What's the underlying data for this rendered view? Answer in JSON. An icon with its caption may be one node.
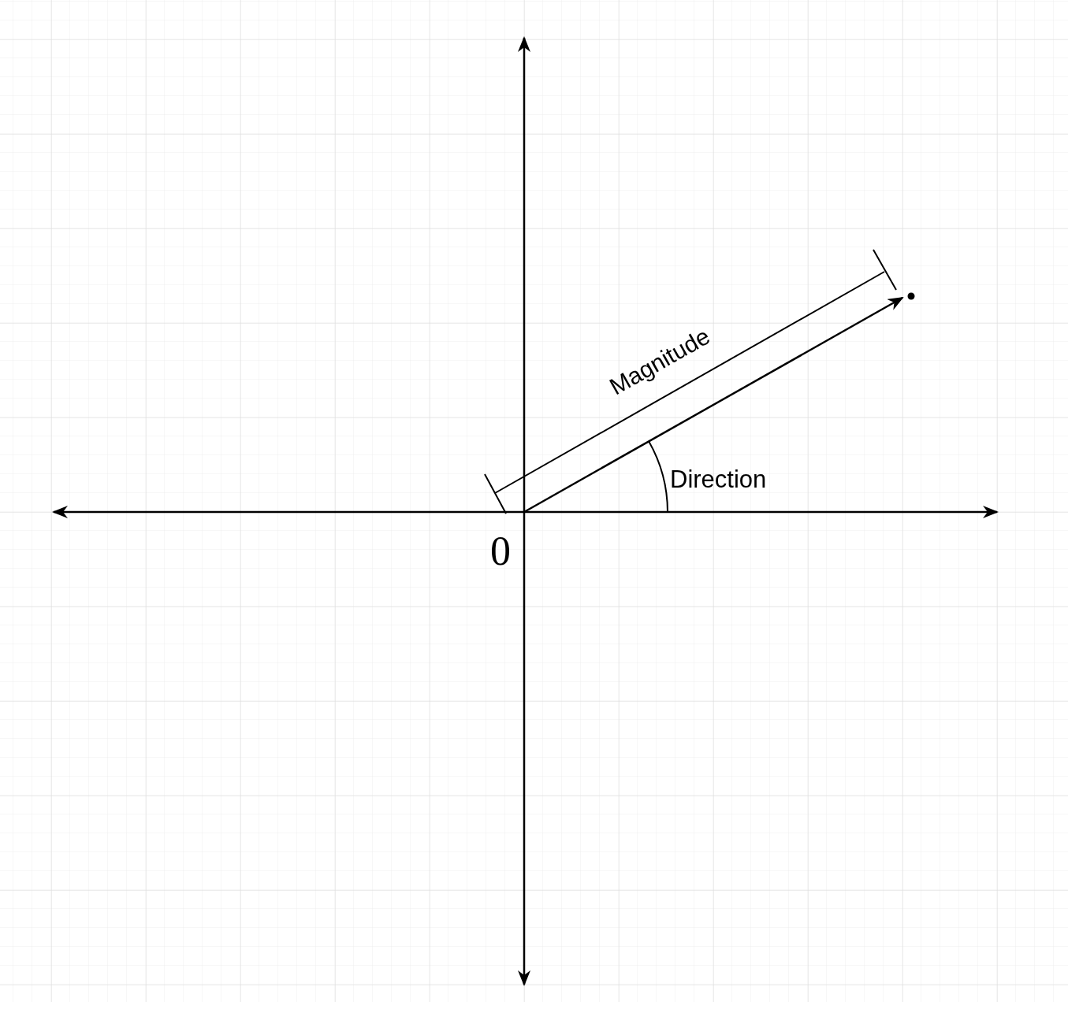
{
  "diagram": {
    "labels": [
      "Magnitude",
      "Direction",
      "0"
    ]
  }
}
